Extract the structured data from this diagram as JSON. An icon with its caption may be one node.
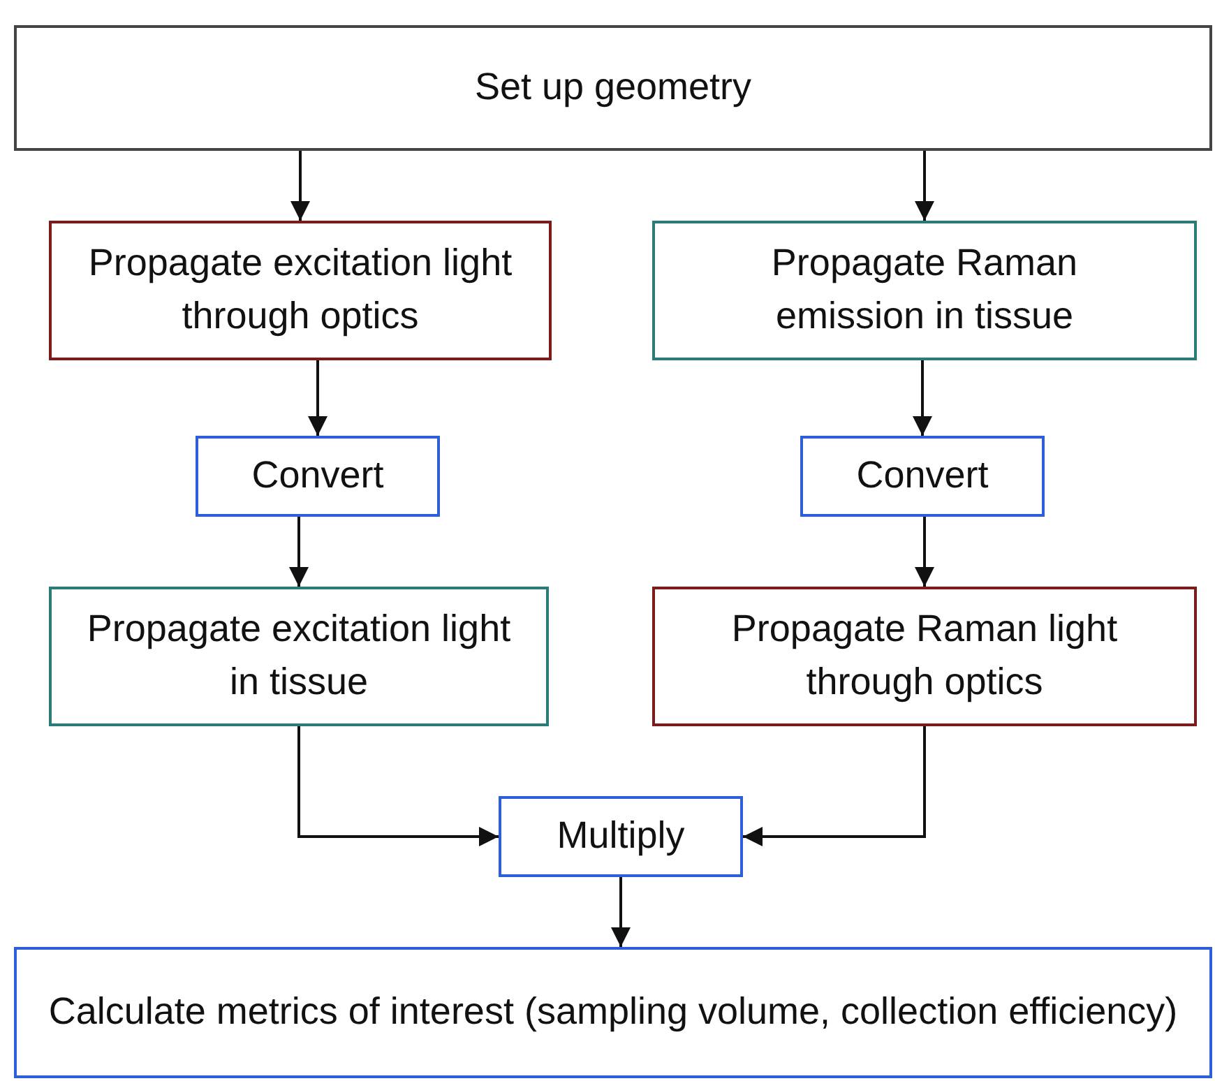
{
  "diagram": {
    "nodes": [
      {
        "text": [
          "Set up geometry"
        ]
      },
      {
        "text": [
          "Propagate excitation light through optics"
        ]
      },
      {
        "text": [
          "Propagate Raman emission in tissue"
        ]
      },
      {
        "text": [
          "Convert"
        ]
      },
      {
        "text": [
          "Convert"
        ]
      },
      {
        "text": [
          "Propagate excitation light in tissue"
        ]
      },
      {
        "text": [
          "Propagate Raman light through optics"
        ]
      },
      {
        "text": [
          "Multiply"
        ]
      },
      {
        "text": [
          "Calculate metrics of interest (sampling volume, collection efficiency)"
        ]
      }
    ],
    "edges": [
      {
        "from": 0,
        "to": 1,
        "arrow": "to"
      },
      {
        "from": 0,
        "to": 2,
        "arrow": "to"
      },
      {
        "from": 1,
        "to": 3,
        "arrow": "to"
      },
      {
        "from": 2,
        "to": 4,
        "arrow": "to"
      },
      {
        "from": 3,
        "to": 5,
        "arrow": "to"
      },
      {
        "from": 4,
        "to": 6,
        "arrow": "to"
      },
      {
        "from": 5,
        "to": 7,
        "arrow": "to"
      },
      {
        "from": 6,
        "to": 7,
        "arrow": "to"
      },
      {
        "from": 7,
        "to": 8,
        "arrow": "to"
      }
    ]
  }
}
